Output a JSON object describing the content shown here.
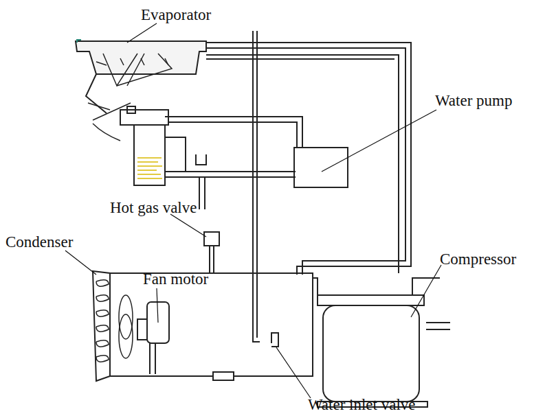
{
  "diagram": {
    "labels": [
      "Evaporator",
      "Water pump",
      "Hot gas valve",
      "Condenser",
      "Fan motor",
      "Compressor",
      "Water inlet valve"
    ]
  }
}
